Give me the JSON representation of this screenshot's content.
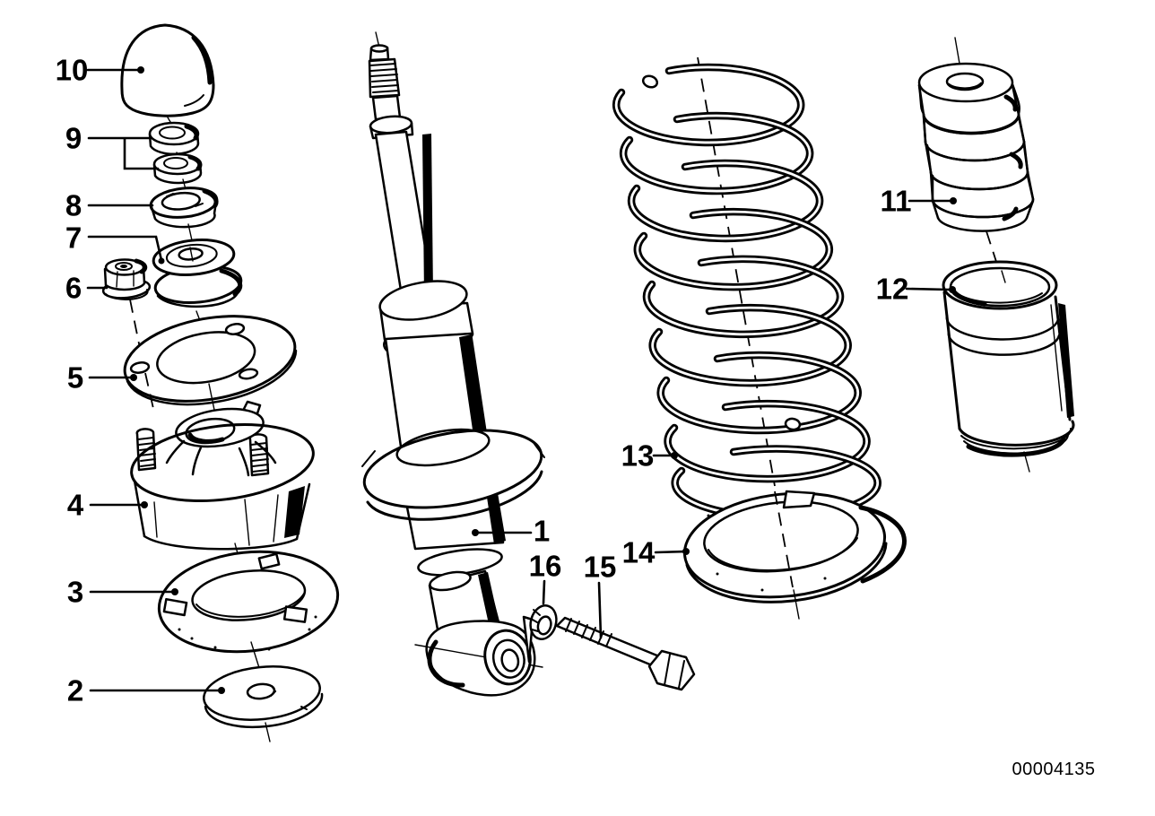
{
  "diagram": {
    "code": "00004135",
    "background_color": "#ffffff",
    "line_color": "#000000",
    "callouts": [
      {
        "label": "1",
        "part": "shock-absorber"
      },
      {
        "label": "2",
        "part": "washer"
      },
      {
        "label": "3",
        "part": "support-ring"
      },
      {
        "label": "4",
        "part": "upper-shock-mount"
      },
      {
        "label": "5",
        "part": "retaining-plate"
      },
      {
        "label": "6",
        "part": "flange-nut"
      },
      {
        "label": "7",
        "part": "rubber-mounting"
      },
      {
        "label": "8",
        "part": "washer-cup"
      },
      {
        "label": "9",
        "part": "hex-nuts"
      },
      {
        "label": "10",
        "part": "protective-cap"
      },
      {
        "label": "11",
        "part": "rubber-buffer"
      },
      {
        "label": "12",
        "part": "protective-tube"
      },
      {
        "label": "13",
        "part": "coil-spring"
      },
      {
        "label": "14",
        "part": "lower-spring-pad"
      },
      {
        "label": "15",
        "part": "hex-bolt"
      },
      {
        "label": "16",
        "part": "lock-washer"
      }
    ]
  }
}
